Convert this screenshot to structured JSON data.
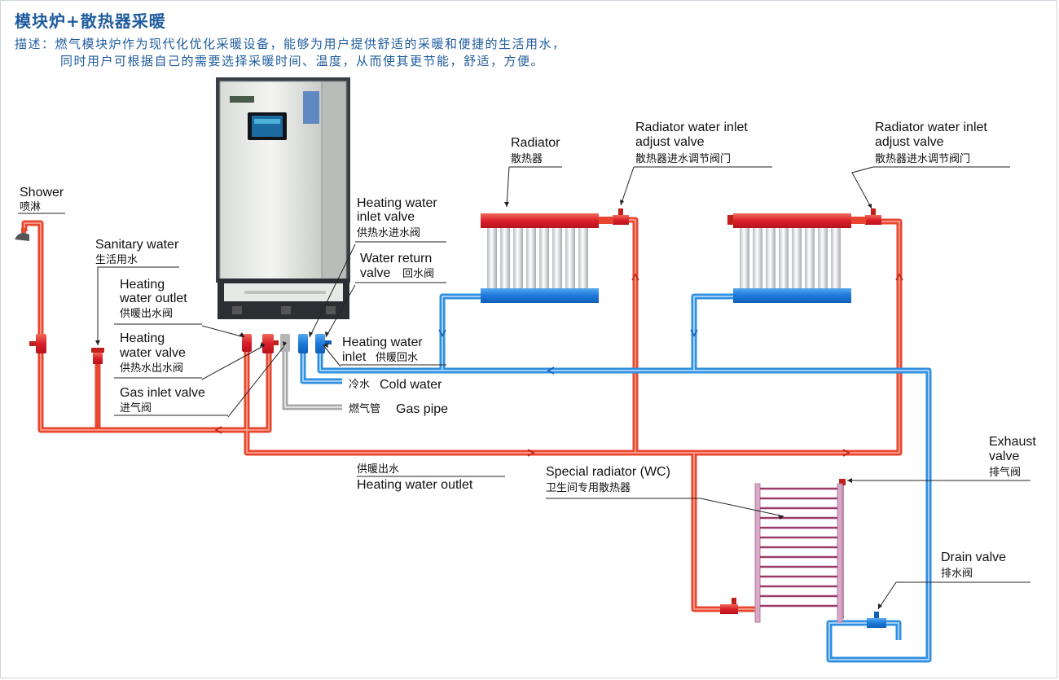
{
  "header": {
    "title": "模块炉+散热器采暖",
    "desc_line1": "描述：燃气模块炉作为现代化优化采暖设备，能够为用户提供舒适的采暖和便捷的生活用水，",
    "desc_line2": "同时用户可根据自己的需要选择采暖时间、温度，从而使其更节能，舒适，方便。"
  },
  "colors": {
    "hot_pipe": "#e8462f",
    "cold_pipe": "#2f8fe0",
    "gas_pipe": "#a9a9a9",
    "title": "#1f5c9e",
    "wc_radiator": "#9a3b6a"
  },
  "labels": {
    "shower_en": "Shower",
    "shower_cn": "喷淋",
    "sanitary_en": "Sanitary water",
    "sanitary_cn": "生活用水",
    "hw_outlet_en1": "Heating",
    "hw_outlet_en2": "water outlet",
    "hw_outlet_cn": "供暖出水阀",
    "hw_valve_en1": "Heating",
    "hw_valve_en2": "water valve",
    "hw_valve_cn": "供热水出水阀",
    "gas_inlet_en": "Gas inlet valve",
    "gas_inlet_cn": "进气阀",
    "hw_inlet_valve_en1": "Heating water",
    "hw_inlet_valve_en2": "inlet valve",
    "hw_inlet_valve_cn": "供热水进水阀",
    "return_en1": "Water return",
    "return_en2": "valve",
    "return_cn": "回水阀",
    "hw_inlet_en1": "Heating water",
    "hw_inlet_en2": "inlet",
    "hw_inlet_cn": "供暖回水",
    "cold_cn": "冷水",
    "cold_en": "Cold water",
    "gas_cn": "燃气管",
    "gas_en": "Gas pipe",
    "outlet_cn": "供暖出水",
    "outlet_en": "Heating water outlet",
    "radiator_en": "Radiator",
    "radiator_cn": "散热器",
    "rad_valve1_en1": "Radiator water inlet",
    "rad_valve1_en2": "adjust valve",
    "rad_valve1_cn": "散热器进水调节阀门",
    "rad_valve2_en1": "Radiator water inlet",
    "rad_valve2_en2": "adjust valve",
    "rad_valve2_cn": "散热器进水调节阀门",
    "wc_en": "Special radiator (WC)",
    "wc_cn": "卫生间专用散热器",
    "exhaust_en1": "Exhaust",
    "exhaust_en2": "valve",
    "exhaust_cn": "排气阀",
    "drain_en": "Drain valve",
    "drain_cn": "排水阀"
  }
}
